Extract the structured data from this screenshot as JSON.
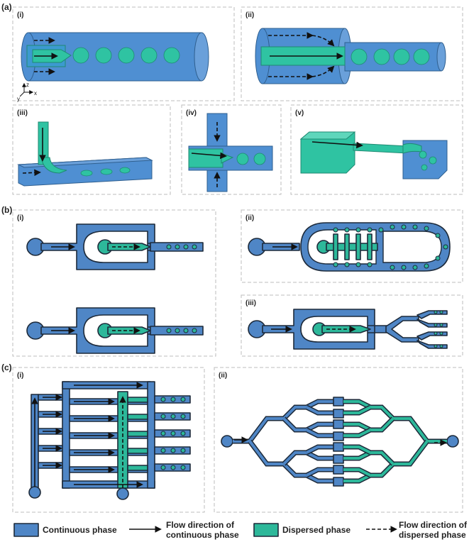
{
  "sections": {
    "a": "(a)",
    "b": "(b)",
    "c": "(c)"
  },
  "panels": {
    "a_i": "(i)",
    "a_ii": "(ii)",
    "a_iii": "(iii)",
    "a_iv": "(iv)",
    "a_v": "(v)",
    "b_i": "(i)",
    "b_ii": "(ii)",
    "b_iii": "(iii)",
    "c_i": "(i)",
    "c_ii": "(ii)"
  },
  "axes": {
    "z": "z",
    "y": "y",
    "x": "x"
  },
  "legend": {
    "continuous_phase": "Continuous phase",
    "flow_continuous_line1": "Flow direction of",
    "flow_continuous_line2": "continuous phase",
    "dispersed_phase": "Dispersed phase",
    "flow_dispersed_line1": "Flow direction of",
    "flow_dispersed_line2": "dispersed phase"
  },
  "colors": {
    "continuous": "#4f86c6",
    "dispersed": "#2db89a",
    "outline": "#1d2a3a"
  }
}
